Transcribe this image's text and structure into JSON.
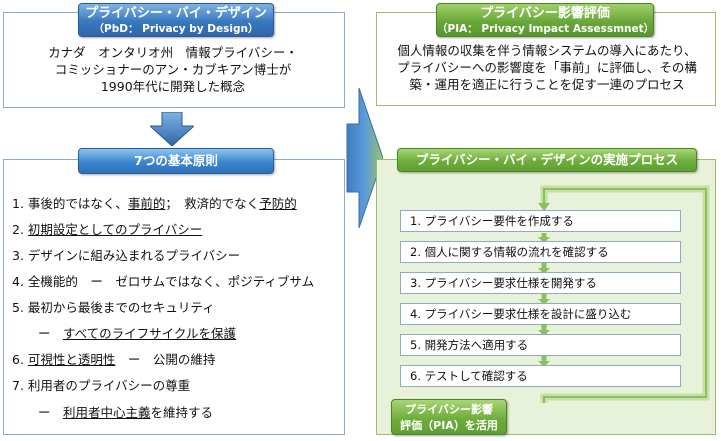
{
  "pbd": {
    "title": "プライバシー・バイ・デザイン",
    "subtitle": "（PbD： Privacy by Design）",
    "description_lines": [
      "カナダ　オンタリオ州　情報プライバシー・",
      "コミッショナーのアン・カブキアン博士が",
      "1990年代に開発した概念"
    ]
  },
  "principles": {
    "title": "7つの基本原則",
    "items": [
      {
        "pre": "1. 事後的ではなく、",
        "u1": "事前的",
        "mid": "；　救済的でなく",
        "u2": "予防的",
        "post": ""
      },
      {
        "pre": "2. ",
        "u1": "初期設定としてのプライバシー",
        "mid": "",
        "u2": "",
        "post": ""
      },
      {
        "pre": "3. デザインに組み込まれるプライバシー",
        "u1": "",
        "mid": "",
        "u2": "",
        "post": ""
      },
      {
        "pre": "4. 全機能的　ー　ゼロサムではなく、ポジティブサム",
        "u1": "",
        "mid": "",
        "u2": "",
        "post": ""
      },
      {
        "pre": "5. 最初から最後までのセキュリティ",
        "u1": "",
        "mid": "",
        "u2": "",
        "post": ""
      },
      {
        "pre": "ー　",
        "u1": "すべてのライフサイクルを保護",
        "mid": "",
        "u2": "",
        "post": ""
      },
      {
        "pre": "6. ",
        "u1": "可視性と透明性",
        "mid": "　ー　公開の維持",
        "u2": "",
        "post": ""
      },
      {
        "pre": "7. 利用者のプライバシーの尊重",
        "u1": "",
        "mid": "",
        "u2": "",
        "post": ""
      },
      {
        "pre": "ー　",
        "u1": "利用者中心主義",
        "mid": "を維持する",
        "u2": "",
        "post": ""
      }
    ]
  },
  "pia": {
    "title": "プライバシー影響評価",
    "subtitle": "（PIA： Privacy Impact Assessmnet）",
    "description_lines": [
      "個人情報の収集を伴う情報システムの導入にあたり、",
      "プライバシーへの影響度を「事前」に評価し、その構",
      "築・運用を適正に行うことを促す一連のプロセス"
    ]
  },
  "process": {
    "title": "プライバシー・バイ・デザインの実施プロセス",
    "steps": [
      "1. プライバシー要件を作成する",
      "2. 個人に関する情報の流れを確認する",
      "3. プライバシー要求仕様を開発する",
      "4. プライバシー要求仕様を設計に盛り込む",
      "5. 開発方法へ適用する",
      "6. テストして確認する"
    ],
    "badge_lines": [
      "プライバシー影響",
      "評価（PIA）を活用"
    ]
  },
  "colors": {
    "pbd_blue": "#3a78bf",
    "pia_green": "#6aa73a",
    "process_bg": "#e8f2da",
    "arrow_blue": "#4a86c8"
  }
}
